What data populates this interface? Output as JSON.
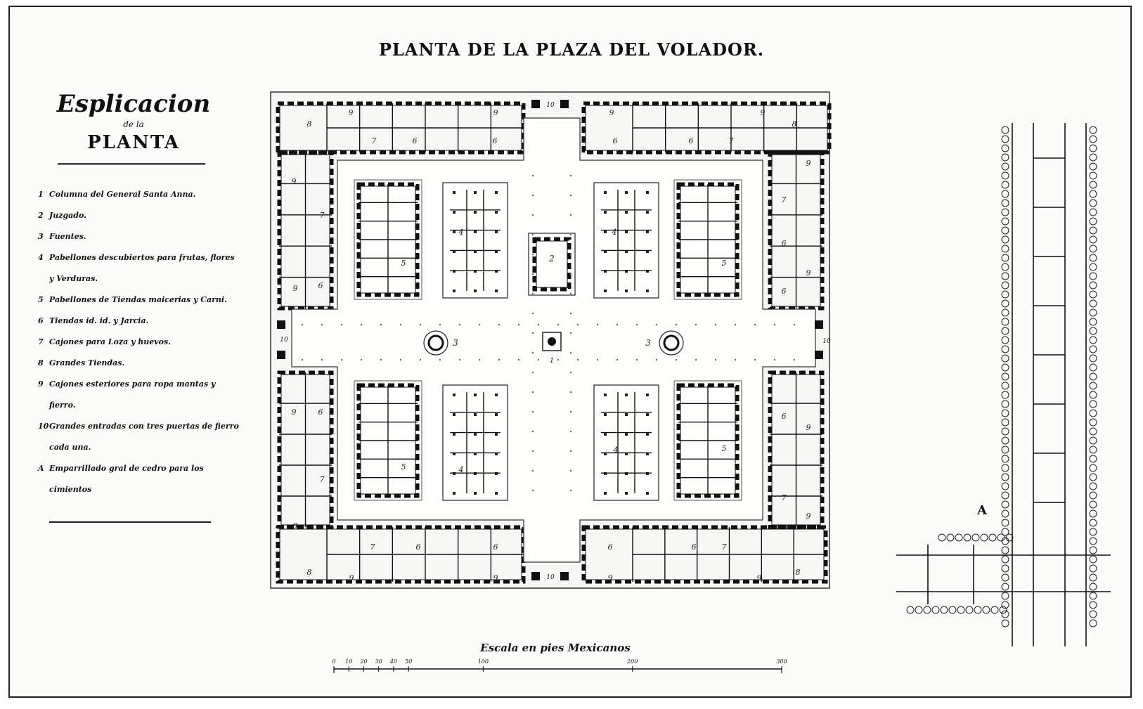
{
  "title": "PLANTA DE LA PLAZA DEL VOLADOR.",
  "legend": {
    "heading": "Esplicacion",
    "subheading": "de la",
    "heading2": "PLANTA",
    "items": [
      {
        "num": "1",
        "text": "Columna del General Santa Anna."
      },
      {
        "num": "2",
        "text": "Juzgado."
      },
      {
        "num": "3",
        "text": "Fuentes."
      },
      {
        "num": "4",
        "text": "Pabellones descubiertos para frutas, flores"
      },
      {
        "num": "",
        "text": "y Verduras."
      },
      {
        "num": "5",
        "text": "Pabellones de Tiendas maicerias y Carni."
      },
      {
        "num": "6",
        "text": "Tiendas id. id. y Jarcia."
      },
      {
        "num": "7",
        "text": "Cajones para Loza y huevos."
      },
      {
        "num": "8",
        "text": "Grandes Tiendas."
      },
      {
        "num": "9",
        "text": "Cajones esteriores para ropa mantas y"
      },
      {
        "num": "",
        "text": "fierro."
      },
      {
        "num": "10",
        "text": "Grandes entradas con tres puertas de fierro"
      },
      {
        "num": "",
        "text": "cada una."
      },
      {
        "num": "A",
        "text": "Emparrillado gral de cedro para los"
      },
      {
        "num": "",
        "text": "cimientos"
      }
    ]
  },
  "plan_labels": {
    "col": "1",
    "juzgado": "2",
    "fuente": "3",
    "pab_desc": "4",
    "pab_tiendas": "5",
    "tiendas": "6",
    "cajones": "7",
    "grandes": "8",
    "esteriores": "9",
    "entrada": "10"
  },
  "scale": {
    "title": "Escala en pies Mexicanos",
    "ticks": [
      "0",
      "10",
      "20",
      "30",
      "40",
      "50",
      "100",
      "200",
      "300"
    ]
  },
  "detail_label": "A"
}
